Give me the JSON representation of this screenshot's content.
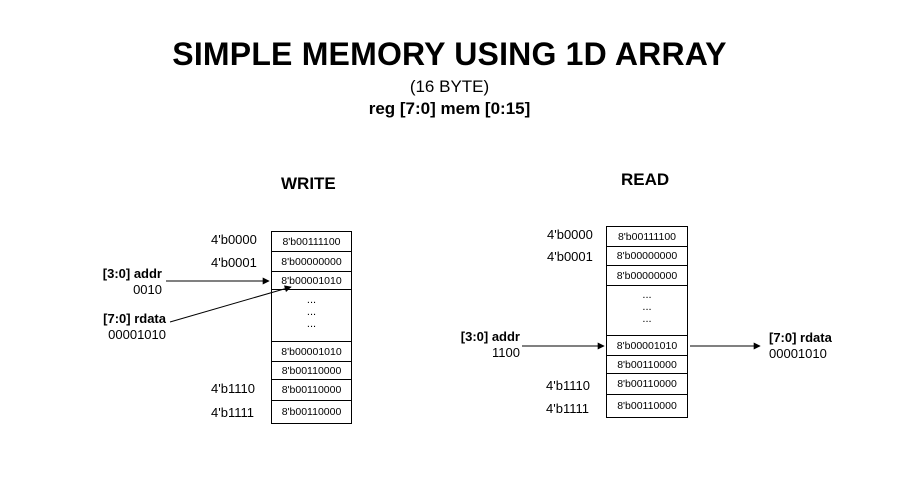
{
  "title": "SIMPLE MEMORY USING 1D ARRAY",
  "subtitle": "(16 BYTE)",
  "declaration": "reg [7:0] mem [0:15]",
  "write": {
    "heading": "WRITE",
    "addr_labels": [
      "4'b0000",
      "4'b0001",
      "4'b1110",
      "4'b1111"
    ],
    "cells": [
      "8'b00111100",
      "8'b00000000",
      "8'b00001010",
      "8'b00001010",
      "8'b00110000",
      "8'b00110000",
      "8'b00110000"
    ],
    "dots": [
      "...",
      "...",
      "..."
    ],
    "addr_signal": "[3:0] addr",
    "addr_value": "0010",
    "data_signal": "[7:0] rdata",
    "data_value": "00001010"
  },
  "read": {
    "heading": "READ",
    "addr_labels": [
      "4'b0000",
      "4'b0001",
      "4'b1110",
      "4'b1111"
    ],
    "cells": [
      "8'b00111100",
      "8'b00000000",
      "8'b00000000",
      "8'b00001010",
      "8'b00110000",
      "8'b00110000",
      "8'b00110000"
    ],
    "dots": [
      "...",
      "...",
      "..."
    ],
    "addr_signal": "[3:0] addr",
    "addr_value": "1100",
    "data_signal": "[7:0] rdata",
    "data_value": "00001010"
  }
}
